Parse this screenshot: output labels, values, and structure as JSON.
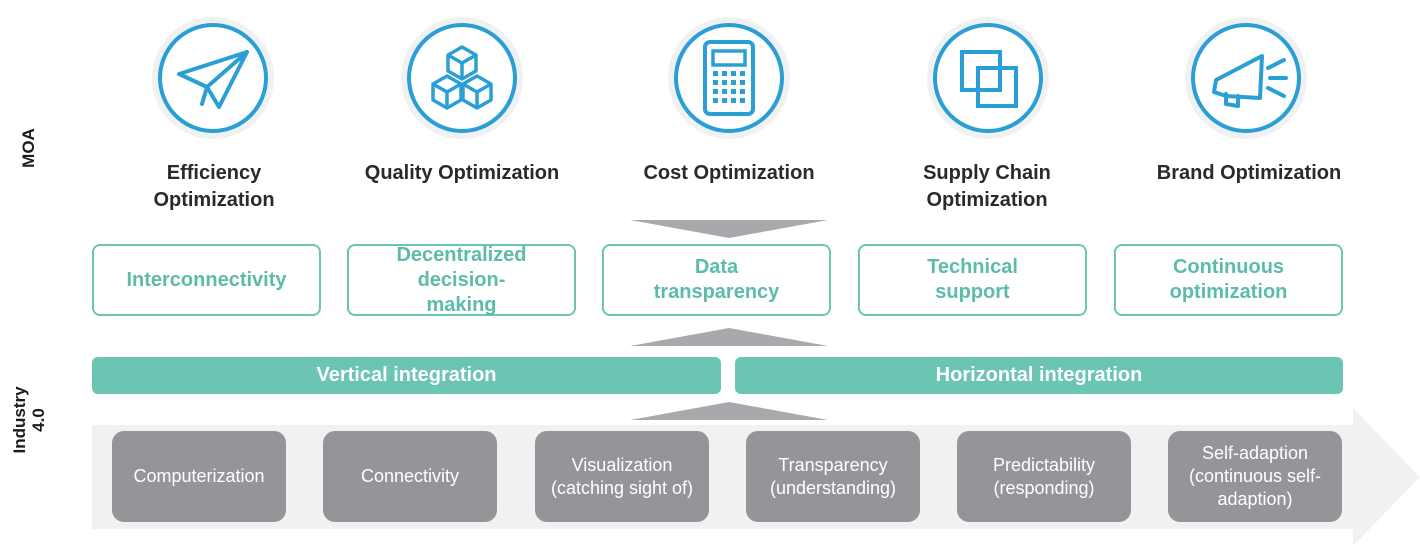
{
  "side_labels": {
    "top": "MOA",
    "bottom": "Industry 4.0"
  },
  "optimizations": [
    {
      "icon": "paper-plane-icon",
      "label": "Efficiency Optimization"
    },
    {
      "icon": "cubes-icon",
      "label": "Quality Optimization"
    },
    {
      "icon": "calculator-icon",
      "label": "Cost Optimization"
    },
    {
      "icon": "overlapping-squares-icon",
      "label": "Supply Chain Optimization"
    },
    {
      "icon": "megaphone-icon",
      "label": "Brand Optimization"
    }
  ],
  "features": [
    "Interconnectivity",
    "Decentralized decision-making",
    "Data transparency",
    "Technical support",
    "Continuous optimization"
  ],
  "integrations": [
    "Vertical integration",
    "Horizontal integration"
  ],
  "stages": [
    "Computerization",
    "Connectivity",
    "Visualization (catching sight of)",
    "Transparency (understanding)",
    "Predictability (responding)",
    "Self-adaption (continuous self-adaption)"
  ],
  "colors": {
    "accent_blue": "#2a9fd6",
    "teal": "#6cc4b3",
    "gray_box": "#939598",
    "arrow_bg": "#f0f0f0",
    "divider_gray": "#a7a9ac"
  }
}
